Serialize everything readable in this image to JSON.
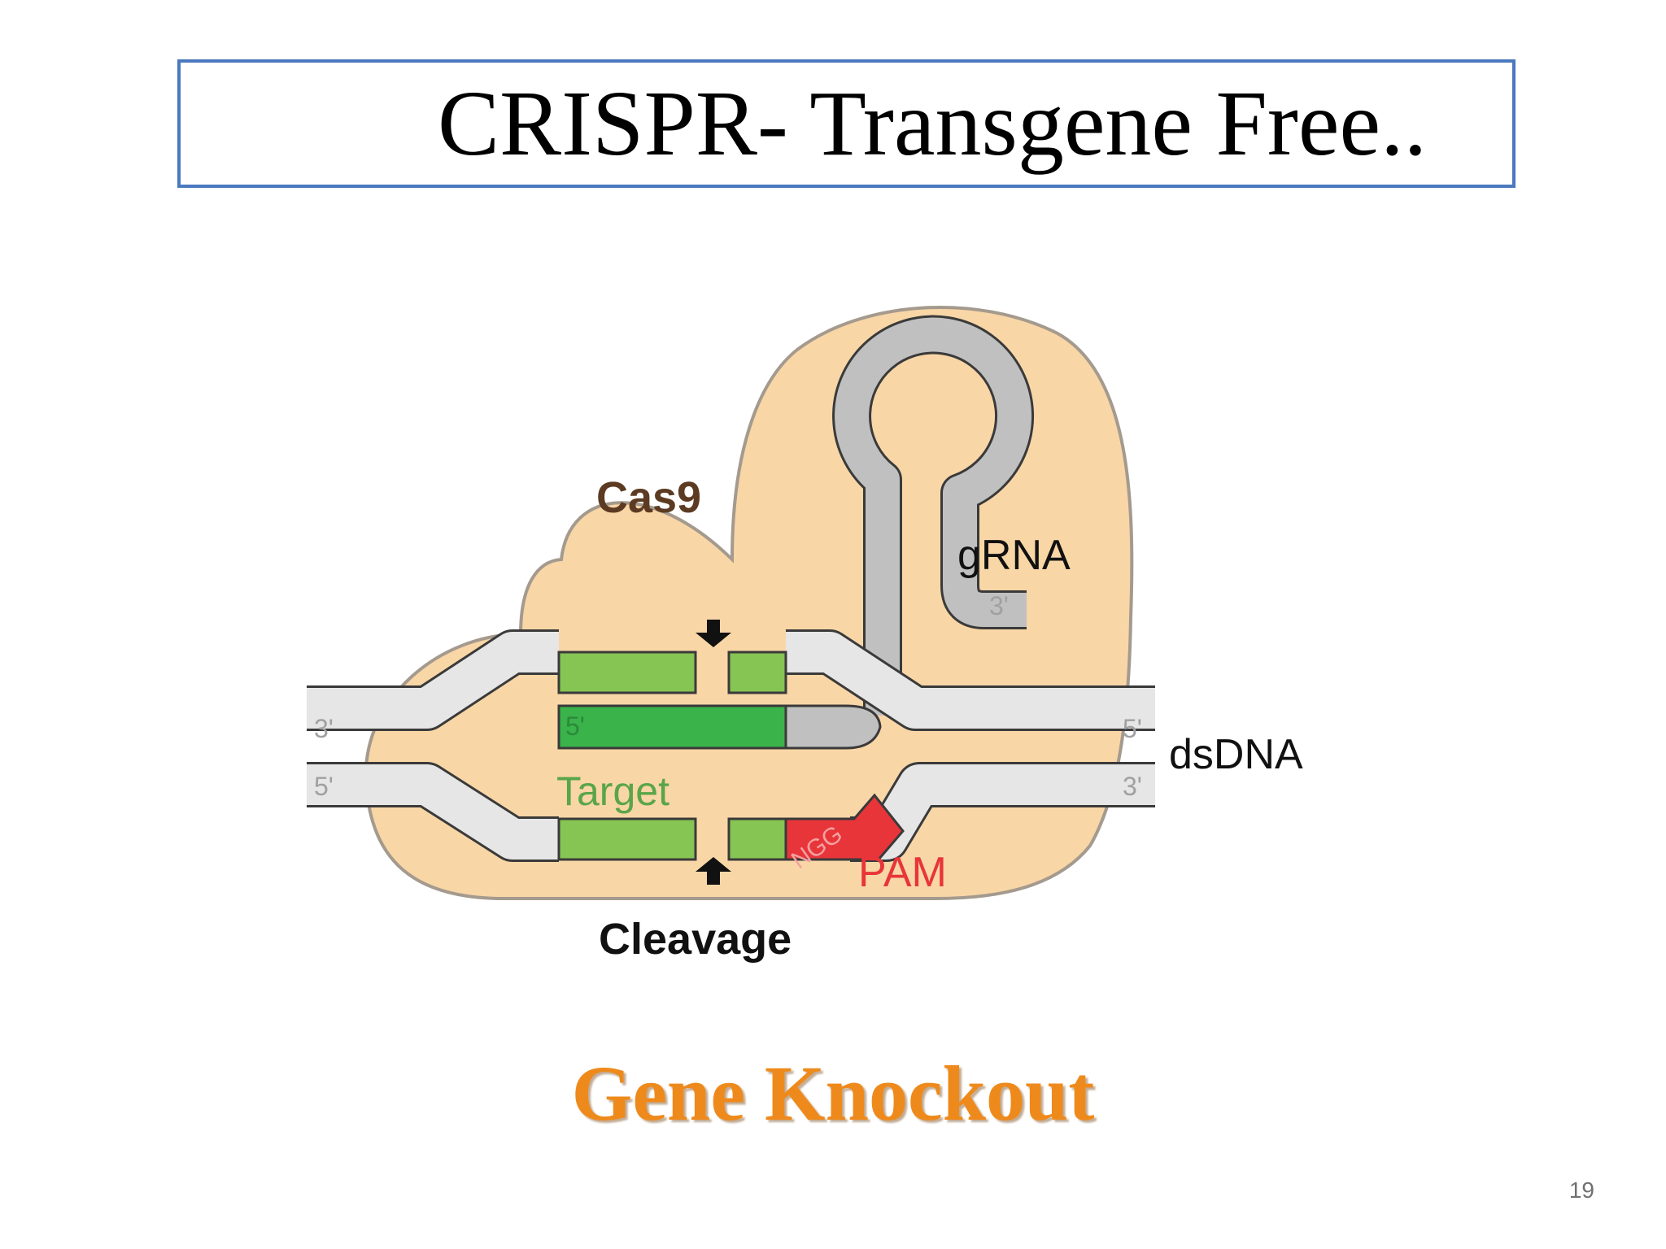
{
  "slide": {
    "title": "CRISPR- Transgene Free..",
    "subtitle": "Gene Knockout",
    "page_number": "19"
  },
  "diagram": {
    "labels": {
      "cas9": "Cas9",
      "grna": "gRNA",
      "dsdna": "dsDNA",
      "target": "Target",
      "pam": "PAM",
      "cleavage": "Cleavage",
      "ngg": "NGG"
    },
    "ends": {
      "top_left": "3'",
      "top_right": "5'",
      "bottom_left": "5'",
      "bottom_right": "3'",
      "grna_tail": "3'",
      "guide_start": "5'"
    },
    "colors": {
      "cas9_fill": "#f9d6a6",
      "cas9_stroke": "#a49a8e",
      "dna_strand": "#e6e6e6",
      "grna": "#c0c0c0",
      "target_light": "#86c453",
      "guide_dark": "#3ab34a",
      "pam": "#e8353a",
      "title_border": "#4a79be",
      "footer_title": "#ee8a1c"
    }
  }
}
